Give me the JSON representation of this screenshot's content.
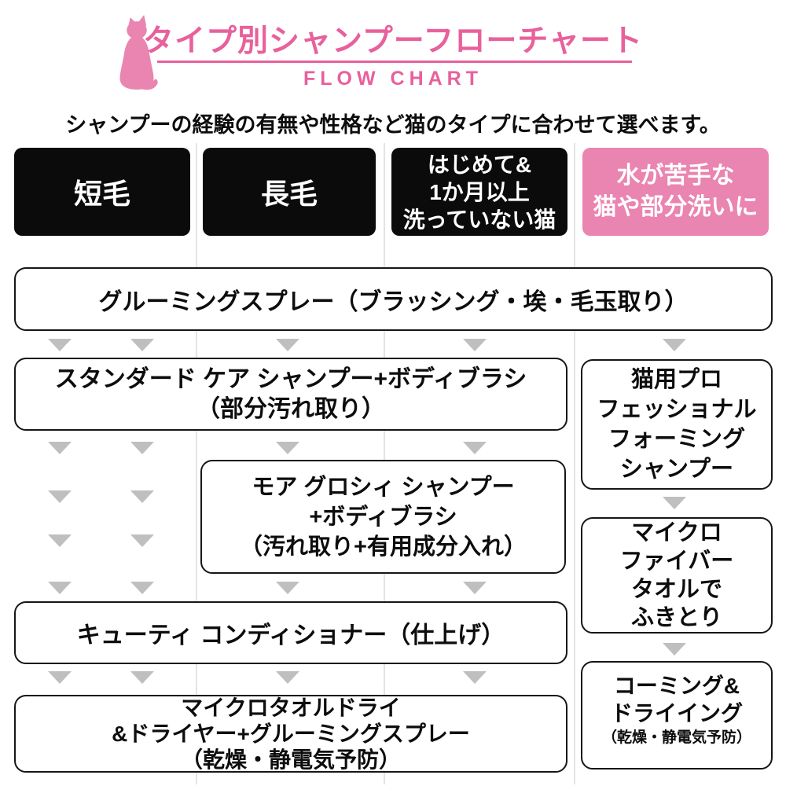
{
  "colors": {
    "accent_pink": "#e8609c",
    "soft_pink": "#ea84b0",
    "box_black": "#0b0b0b",
    "arrow_gray": "#bfbfbf",
    "divider_gray": "#e4e4e4"
  },
  "icons": {
    "cat": "pink-sitting-cat-silhouette",
    "arrow": "gray-down-triangle"
  },
  "header": {
    "title": "タイプ別シャンプーフローチャート",
    "flow_chart_label": "FLOW CHART",
    "description": "シャンプーの経験の有無や性格など猫のタイプに合わせて選べます。"
  },
  "type_columns": [
    {
      "name": "short-hair",
      "lines": [
        "短毛"
      ]
    },
    {
      "name": "long-hair",
      "lines": [
        "長毛"
      ]
    },
    {
      "name": "first-time-or-unwashed",
      "lines": [
        "はじめて&",
        "1か月以上",
        "洗っていない猫"
      ]
    },
    {
      "name": "water-shy-or-partial-wash",
      "lines": [
        "水が苦手な",
        "猫や部分洗いに"
      ]
    }
  ],
  "flow": {
    "grooming_spray": {
      "lines": [
        "グルーミングスプレー（ブラッシング・埃・毛玉取り）"
      ]
    },
    "standard_care": {
      "lines": [
        "スタンダード ケア シャンプー+ボディブラシ",
        "（部分汚れ取り）"
      ]
    },
    "more_glossy": {
      "lines": [
        "モア グロシィ シャンプー",
        "+ボディブラシ",
        "（汚れ取り+有用成分入れ）"
      ]
    },
    "cutie_conditioner": {
      "lines": [
        "キューティ コンディショナー（仕上げ）"
      ]
    },
    "micro_towel_dry": {
      "lines": [
        "マイクロタオルドライ",
        "&ドライヤー+グルーミングスプレー",
        "（乾燥・静電気予防）"
      ]
    },
    "pro_foaming": {
      "lines": [
        "猫用プロ",
        "フェッショナル",
        "フォーミング",
        "シャンプー"
      ]
    },
    "microfiber_towel": {
      "lines": [
        "マイクロ",
        "ファイバー",
        "タオルで",
        "ふきとり"
      ]
    },
    "combing_drying": {
      "lines": [
        "コーミング&",
        "ドライイング",
        "（乾燥・静電気予防）"
      ]
    }
  }
}
